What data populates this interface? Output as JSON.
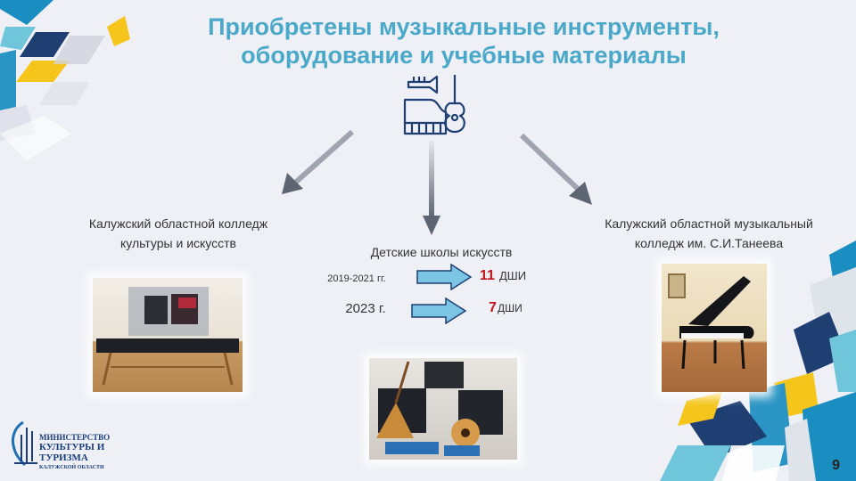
{
  "slide": {
    "title_line1": "Приобретены музыкальные инструменты,",
    "title_line2": "оборудование и учебные материалы",
    "page_number": "9"
  },
  "left": {
    "name_line1": "Калужский областной колледж",
    "name_line2": "культуры и искусств"
  },
  "center": {
    "name": "Детские школы искусств",
    "rows": [
      {
        "period": "2019-2021  гг.",
        "count": "11",
        "unit": "ДШИ"
      },
      {
        "period": "2023 г.",
        "count": "7",
        "unit": "ДШИ"
      }
    ]
  },
  "right": {
    "name_line1": "Калужский областной музыкальный",
    "name_line2": "колледж им. С.И.Танеева"
  },
  "logo": {
    "line1": "МИНИСТЕРСТВО",
    "line2": "КУЛЬТУРЫ И",
    "line3": "ТУРИЗМА",
    "line4": "КАЛУЖСКОЙ ОБЛАСТИ"
  },
  "colors": {
    "title": "#4aa8c8",
    "accent_red": "#c0141a",
    "arrow_blue": "#7cc4e4",
    "navy": "#1f3f72"
  }
}
